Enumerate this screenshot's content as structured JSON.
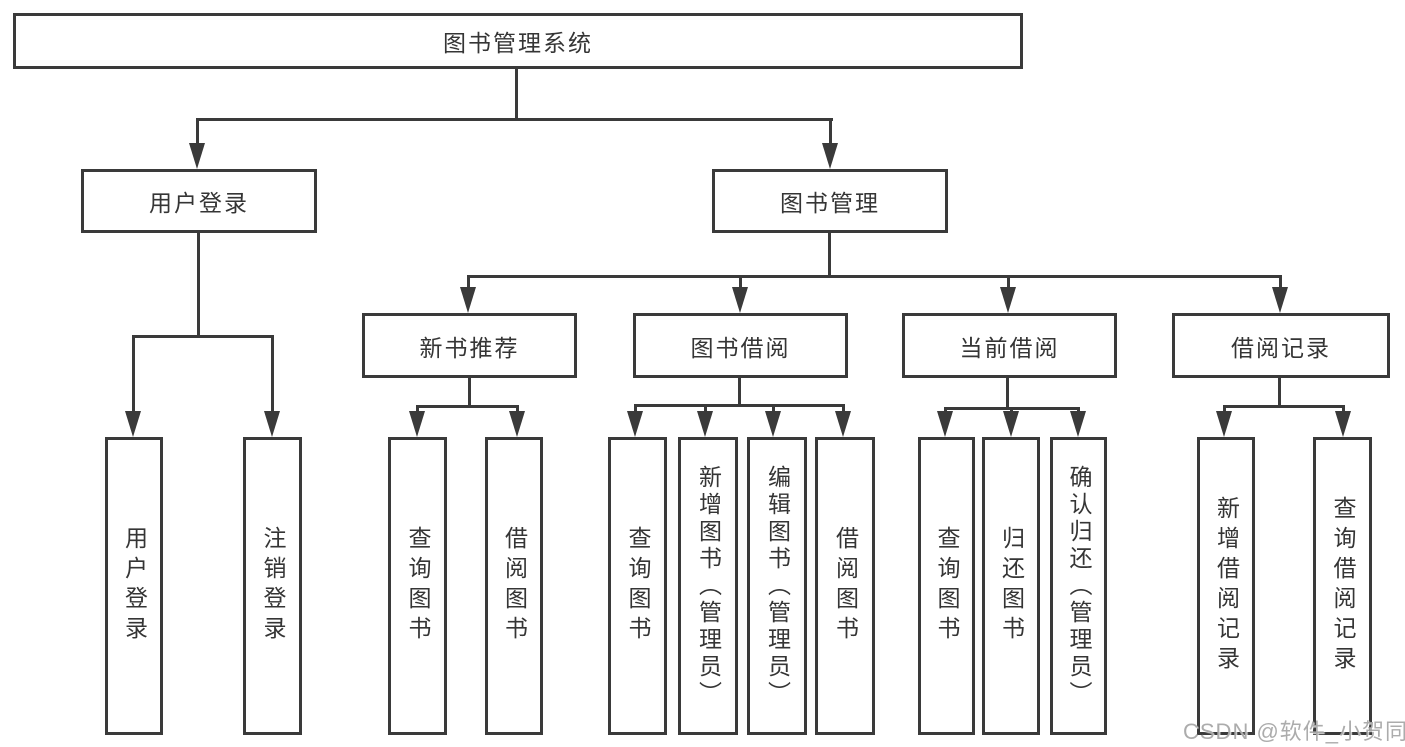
{
  "diagram": {
    "type": "hierarchy-flowchart",
    "colors": {
      "line": "#3a3a3a",
      "text": "#353535",
      "background": "#ffffff",
      "watermark": "#a8a8a8"
    },
    "tree": {
      "label": "图书管理系统",
      "children": [
        {
          "label": "用户登录",
          "children": [
            {
              "label": "用户登录"
            },
            {
              "label": "注销登录"
            }
          ]
        },
        {
          "label": "图书管理",
          "children": [
            {
              "label": "新书推荐",
              "children": [
                {
                  "label": "查询图书"
                },
                {
                  "label": "借阅图书"
                }
              ]
            },
            {
              "label": "图书借阅",
              "children": [
                {
                  "label": "查询图书"
                },
                {
                  "label": "新增图书（管理员）"
                },
                {
                  "label": "编辑图书（管理员）"
                },
                {
                  "label": "借阅图书"
                }
              ]
            },
            {
              "label": "当前借阅",
              "children": [
                {
                  "label": "查询图书"
                },
                {
                  "label": "归还图书"
                },
                {
                  "label": "确认归还（管理员）"
                }
              ]
            },
            {
              "label": "借阅记录",
              "children": [
                {
                  "label": "新增借阅记录"
                },
                {
                  "label": "查询借阅记录"
                }
              ]
            }
          ]
        }
      ]
    },
    "watermark": "CSDN @软件_小贺同学"
  }
}
